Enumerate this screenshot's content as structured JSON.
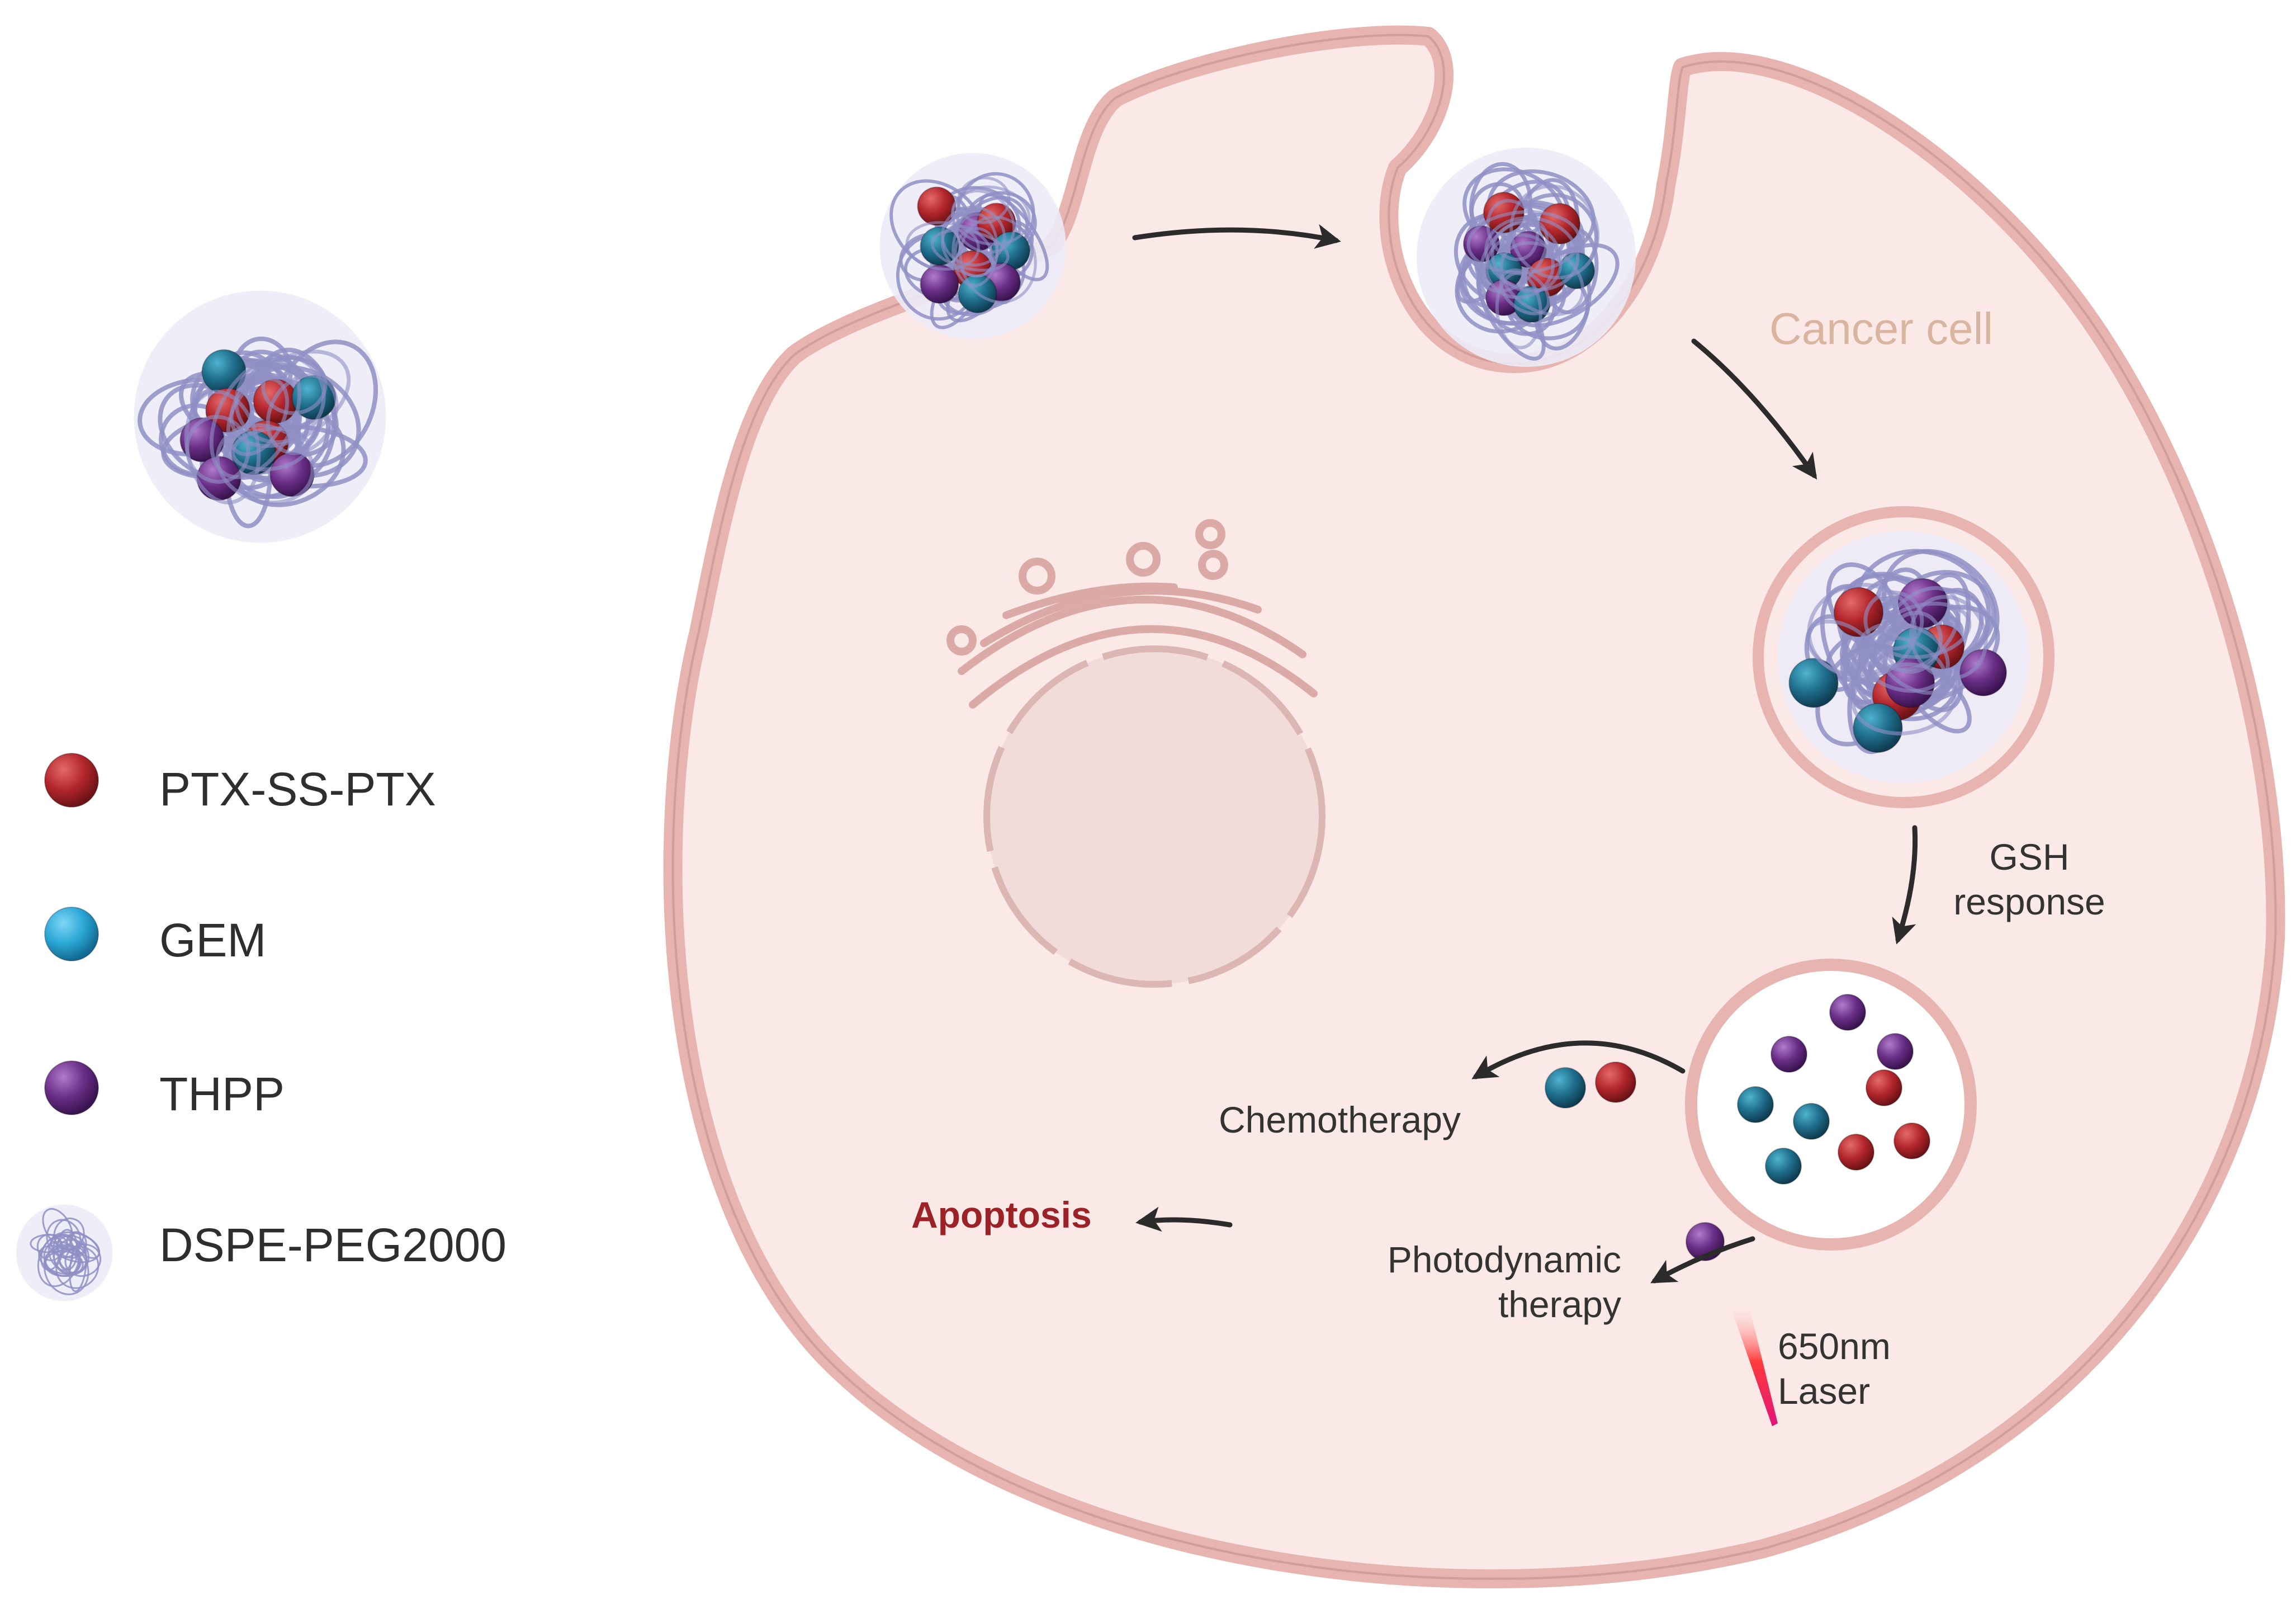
{
  "legend": {
    "items": [
      {
        "key": "ptx",
        "label": "PTX-SS-PTX",
        "color": "#b3262c"
      },
      {
        "key": "gem",
        "label": "GEM",
        "color": "#2aa7d6"
      },
      {
        "key": "thpp",
        "label": "THPP",
        "color": "#6a2e86"
      },
      {
        "key": "dspe",
        "label": "DSPE-PEG2000",
        "color": "#9a9acb"
      }
    ]
  },
  "cell": {
    "title": "Cancer cell",
    "membrane_color": "#e7b4b0",
    "cytoplasm_color": "#fbe9e7"
  },
  "labels": {
    "gsh_line1": "GSH",
    "gsh_line2": "response",
    "chemo": "Chemotherapy",
    "pdt_line1": "Photodynamic",
    "pdt_line2": "therapy",
    "laser_line1": "650nm",
    "laser_line2": "Laser",
    "apoptosis": "Apoptosis"
  },
  "colors": {
    "ptx": "#b3262c",
    "gem": "#1f6e8c",
    "thpp": "#6a2e86",
    "polymer": "#8f8fc4",
    "arrow": "#2b2b2b",
    "apoptosis": "#9b2226"
  }
}
